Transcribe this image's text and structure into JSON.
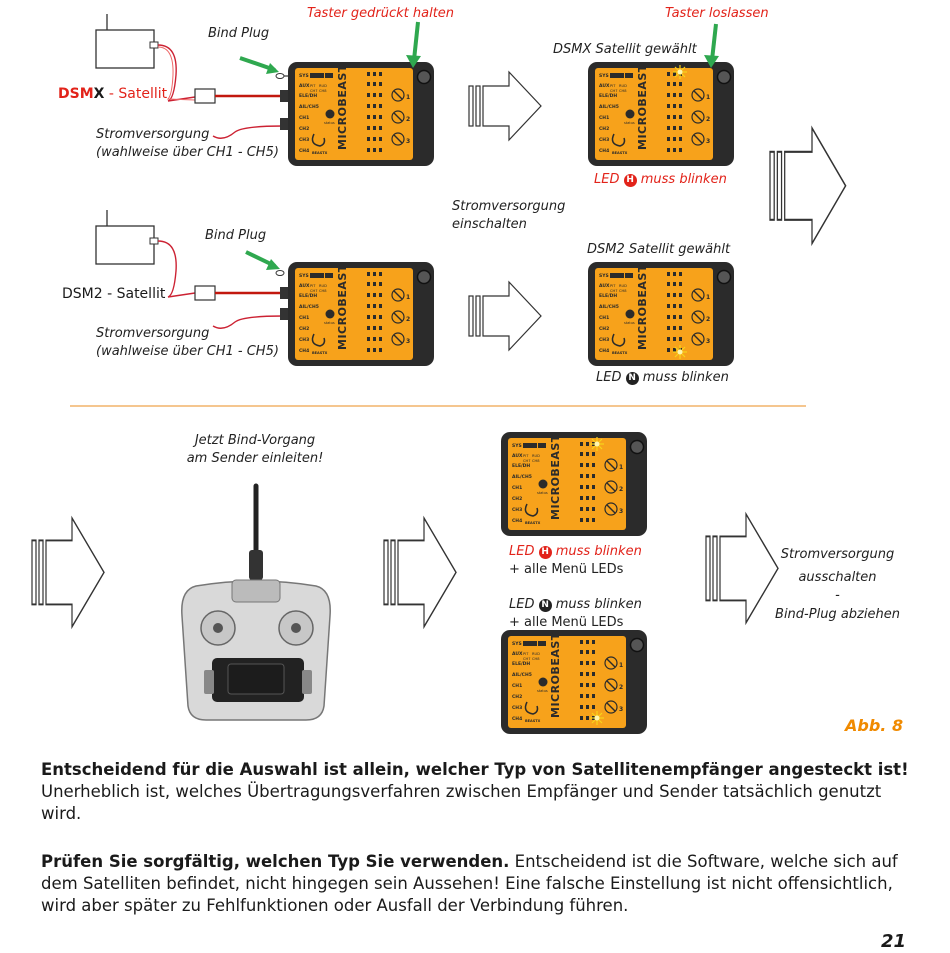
{
  "top": {
    "press_hold": "Taster gedrückt halten",
    "release": "Taster loslassen",
    "bind_plug": "Bind Plug",
    "dsmx_prefix": "DSM",
    "dsmx_x": "X",
    "dsmx_suffix": " - Satellit",
    "power_line1": "Stromversorgung",
    "power_line2": "(wahlweise über CH1 - CH5)",
    "dsmx_selected": "DSMX Satellit gewählt",
    "led_h_blink_pre": "LED ",
    "led_h_letter": "H",
    "led_blink_post": " muss blinken",
    "power_on_line1": "Stromversorgung",
    "power_on_line2": "einschalten",
    "dsm2_label": "DSM2 - Satellit",
    "dsm2_selected": "DSM2 Satellit gewählt",
    "led_n_letter": "N"
  },
  "bottom": {
    "bind_start_line1": "Jetzt Bind-Vorgang",
    "bind_start_line2": "am Sender einleiten!",
    "all_menu_leds": "+ alle Menü LEDs",
    "power_off_line1": "Stromversorgung",
    "power_off_line2": "ausschalten",
    "dash": "-",
    "remove_plug": "Bind-Plug abziehen",
    "figure": "Abb. 8"
  },
  "module": {
    "rows": [
      "SYS",
      "AUX",
      "ELE/DH",
      "AIL/CH5",
      "CH1",
      "CH2",
      "CH3",
      "CH4"
    ],
    "brand": "MICROBEAST",
    "knob_labels": [
      "1",
      "2",
      "3"
    ]
  },
  "paragraphs": {
    "p1_bold": "Entscheidend für die Auswahl ist allein, welcher Typ von Satellitenempfänger angesteckt ist!",
    "p1_rest": " Unerheblich ist, welches Übertragungsverfahren zwischen Empfänger und Sender tatsächlich genutzt wird.",
    "p2_bold": "Prüfen Sie sorgfältig, welchen Typ Sie verwenden.",
    "p2_rest": " Entscheidend ist die Software, welche sich auf dem Satelliten befindet, nicht hingegen sein Aussehen! Eine falsche Einstellung ist nicht offensichtlich, wird aber später zu Fehlfunktionen oder Ausfall der Verbindung führen."
  },
  "page_number": "21",
  "colors": {
    "module_orange": "#f7a21b",
    "module_frame": "#2b2b2b",
    "accent_red": "#e2231a",
    "figure_orange": "#f08a00",
    "divider": "#f2b46a",
    "arrow_green": "#2fa84f"
  }
}
